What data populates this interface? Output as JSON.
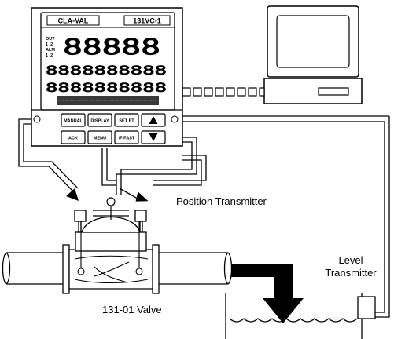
{
  "controller": {
    "brand": "CLA-VAL",
    "model": "131VC-1",
    "indicator_out": "OUT",
    "indicator_alm": "ALM",
    "indicator_nums": "1  2",
    "digits_main": "88888",
    "digits_row1": "8888888888",
    "digits_row2": "8888888888",
    "buttons": {
      "manual": "MANUAL",
      "display": "DISPLAY",
      "setpt": "SET PT",
      "ack": "ACK",
      "menu": "MENU",
      "fast": "/F FAST"
    },
    "icons": {
      "up": "arrow-up",
      "down": "arrow-down"
    }
  },
  "labels": {
    "position_transmitter": "Position Transmitter",
    "level": "Level",
    "transmitter": "Transmitter",
    "valve": "131-01 Valve"
  }
}
